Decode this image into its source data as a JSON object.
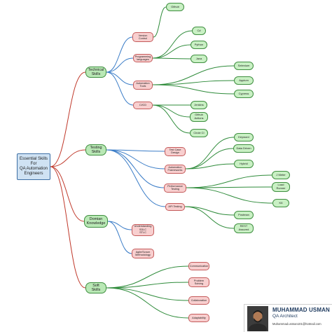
{
  "diagram": {
    "root": "Essential Skills\nFor\nQA Automation\nEngineers",
    "categories": {
      "technical": "Technical\nSkills",
      "testing": "Testing\nSkills",
      "domain": "Domian\nKnowledge",
      "soft": "Soft\nSkills"
    },
    "subs": {
      "version_control": "Version\nControl",
      "programming": "Programming\nlanguages",
      "automation_tools": "Automation\nTools",
      "cicd": "CI/CD",
      "test_case_design": "Test Case\nDesign",
      "automation_frameworks": "Automation\nFrameworks",
      "performance_testing": "Performance\nTesting",
      "api_testing": "API Testing",
      "sdlc_stlc": "Understanding\nSDLC\nSTLC",
      "agile_scrum": "Agile/Scrum\nMethodology",
      "communication": "Communication",
      "problem_solving": "Problem\nSolving",
      "collaboration": "Collaboration",
      "adaptability": "Adaptability"
    },
    "leaves": {
      "github": "Github",
      "csharp": "C#",
      "python": "Python",
      "java": "Java",
      "selenium": "Selenium",
      "appium": "Appium",
      "cypress": "Cypress",
      "jenkins": "Jenkins",
      "github_actions": "Github\nActions",
      "circle_ci": "Circle CI",
      "keyword": "Keyword",
      "data_driven": "Data Driven",
      "hybrid": "Hybrid",
      "jmeter": "J Meter",
      "load_runner": "Load\nRunner",
      "k6": "K6",
      "postman": "Postman",
      "rest_assured": "REST\nAssured"
    }
  },
  "signature": {
    "name": "MUHAMMAD USMAN",
    "title": "QA Architect",
    "email": "Muhammad.usman101@hotmail.com"
  },
  "colors": {
    "edge_red": "#c0392b",
    "edge_blue": "#3a7cc7",
    "edge_green": "#2e8b3a"
  }
}
